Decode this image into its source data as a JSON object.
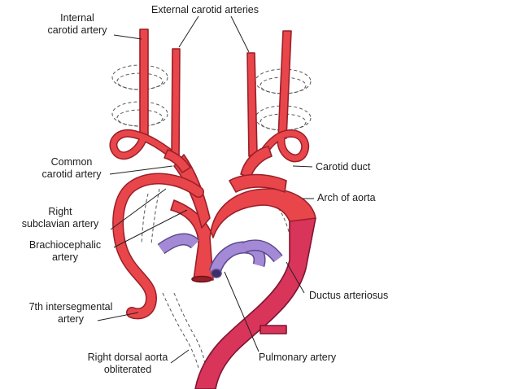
{
  "labels": {
    "internal_carotid": [
      "Internal",
      "carotid artery"
    ],
    "external_carotid": "External carotid arteries",
    "common_carotid": [
      "Common",
      "carotid artery"
    ],
    "carotid_duct": "Carotid duct",
    "arch_of_aorta": "Arch of aorta",
    "right_subclavian": [
      "Right",
      "subclavian artery"
    ],
    "brachiocephalic": [
      "Brachiocephalic",
      "artery"
    ],
    "ductus_arteriosus": "Ductus arteriosus",
    "seventh_intersegmental": [
      "7th intersegmental",
      "artery"
    ],
    "pulmonary_artery": "Pulmonary artery",
    "right_dorsal_aorta": [
      "Right dorsal aorta",
      "obliterated"
    ]
  },
  "colors": {
    "artery_red": "#e8464b",
    "artery_outline": "#9a1f28",
    "descending_aorta": "#d9345a",
    "pulmonary_purple": "#a48ad6",
    "pulmonary_outline": "#5b4a8c"
  }
}
